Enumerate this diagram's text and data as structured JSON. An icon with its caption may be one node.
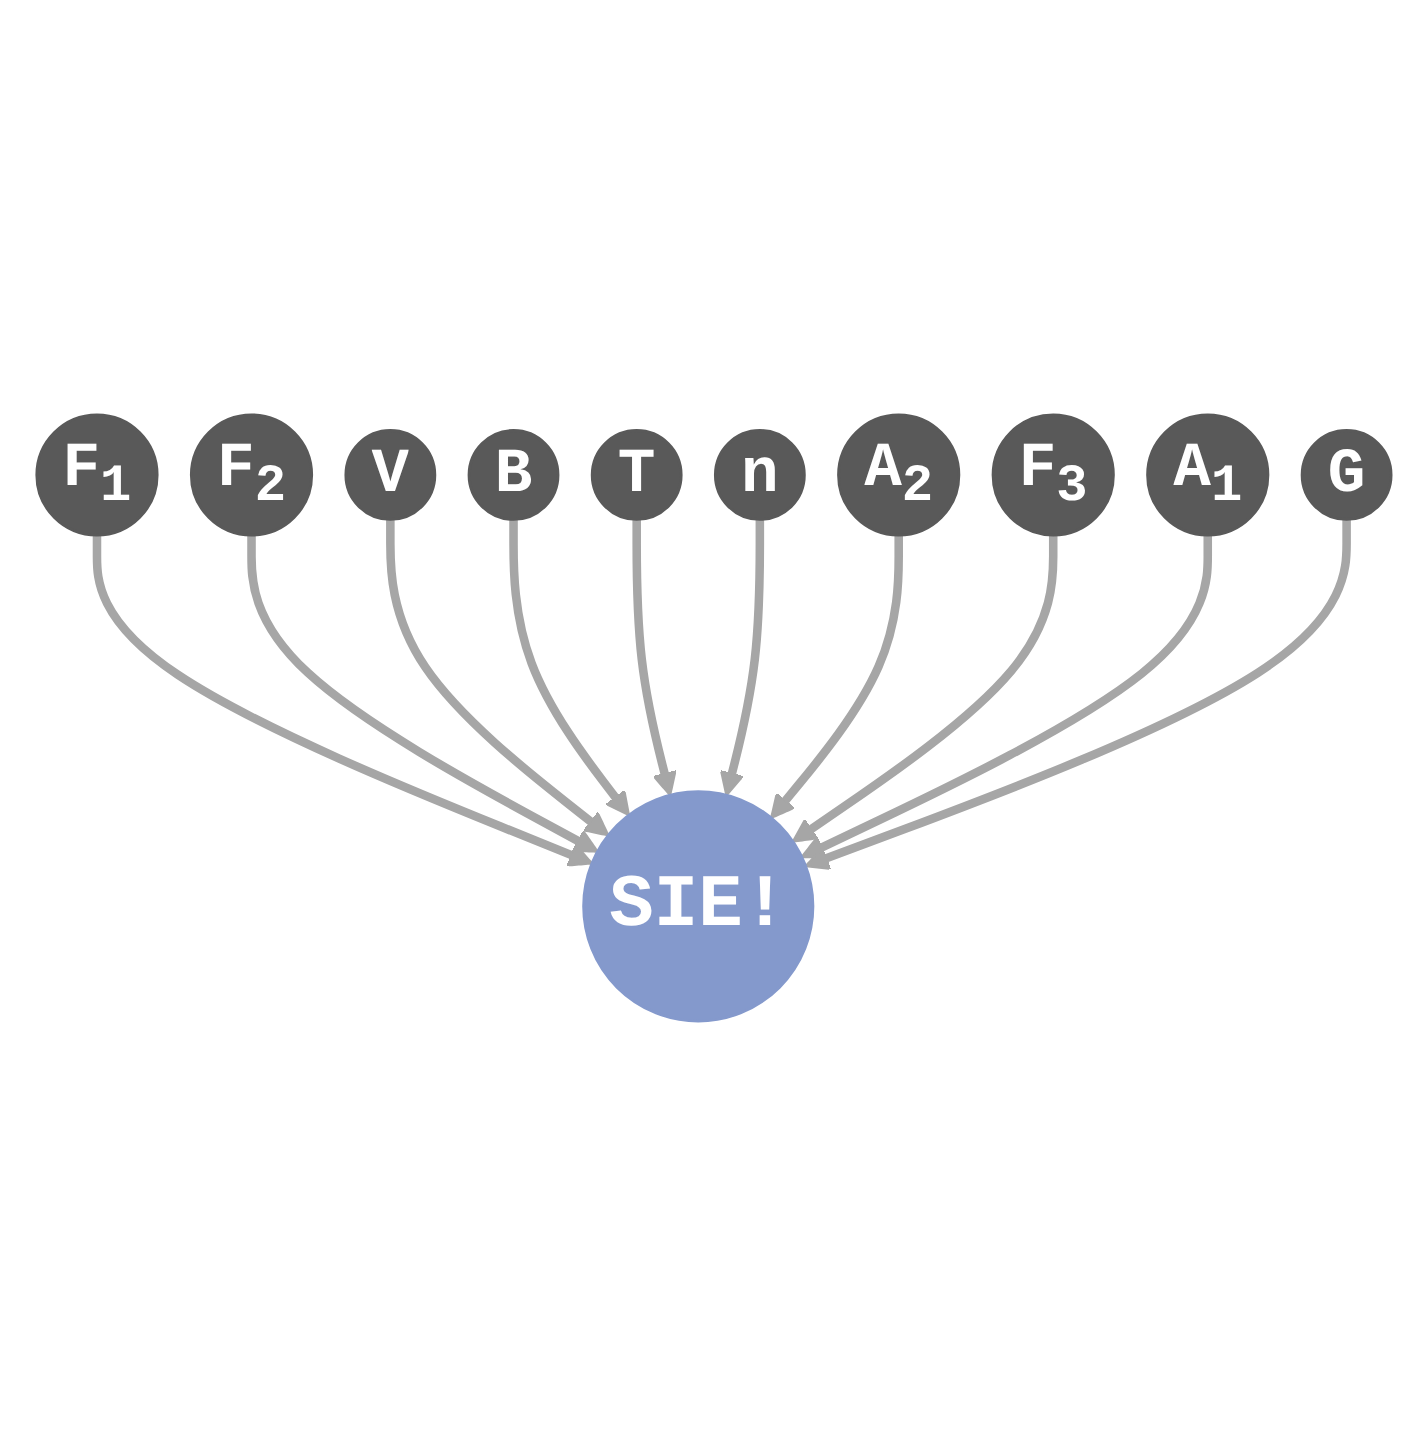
{
  "diagram": {
    "nodes": [
      {
        "text": [
          "SIE!"
        ]
      },
      {
        "text": [
          "F$_{1}$"
        ]
      },
      {
        "text": [
          "F$_{2}$"
        ]
      },
      {
        "text": [
          "V"
        ]
      },
      {
        "text": [
          "B"
        ]
      },
      {
        "text": [
          "T"
        ]
      },
      {
        "text": [
          "n"
        ]
      },
      {
        "text": [
          "A$_{2}$"
        ]
      },
      {
        "text": [
          "F$_{3}$"
        ]
      },
      {
        "text": [
          "A$_{1}$"
        ]
      },
      {
        "text": [
          "G"
        ]
      }
    ],
    "edges": [
      {
        "from": 1,
        "to": 0,
        "arrow": "to"
      },
      {
        "from": 2,
        "to": 0,
        "arrow": "to"
      },
      {
        "from": 3,
        "to": 0,
        "arrow": "to"
      },
      {
        "from": 4,
        "to": 0,
        "arrow": "to"
      },
      {
        "from": 5,
        "to": 0,
        "arrow": "to"
      },
      {
        "from": 6,
        "to": 0,
        "arrow": "to"
      },
      {
        "from": 7,
        "to": 0,
        "arrow": "to"
      },
      {
        "from": 8,
        "to": 0,
        "arrow": "to"
      },
      {
        "from": 9,
        "to": 0,
        "arrow": "to"
      },
      {
        "from": 10,
        "to": 0,
        "arrow": "to"
      }
    ]
  }
}
